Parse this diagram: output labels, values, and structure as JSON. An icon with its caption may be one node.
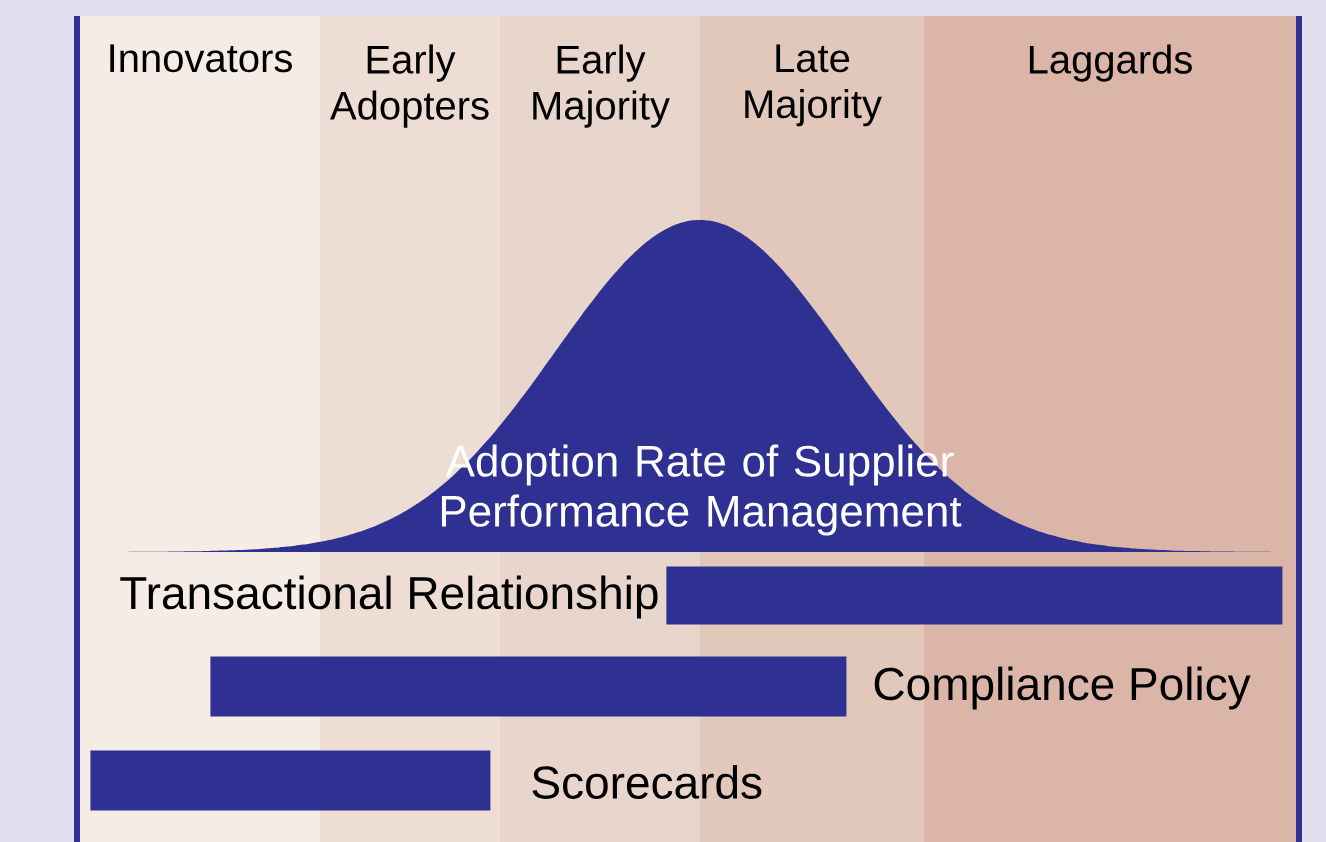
{
  "diagram": {
    "nodes": [
      {
        "text": [
          "Adoption Rate of Supplier Performance Management"
        ]
      },
      {
        "text": [],
        "shape": "bar",
        "beside": [
          "Transactional Relationship"
        ]
      },
      {
        "text": [],
        "shape": "bar",
        "beside": [
          "Compliance Policy"
        ]
      },
      {
        "text": [],
        "shape": "bar",
        "beside": [
          "Scorecards"
        ]
      }
    ],
    "labels": [
      "Innovators",
      "Early Adopters",
      "Early Majority",
      "Late Majority",
      "Laggards"
    ]
  }
}
